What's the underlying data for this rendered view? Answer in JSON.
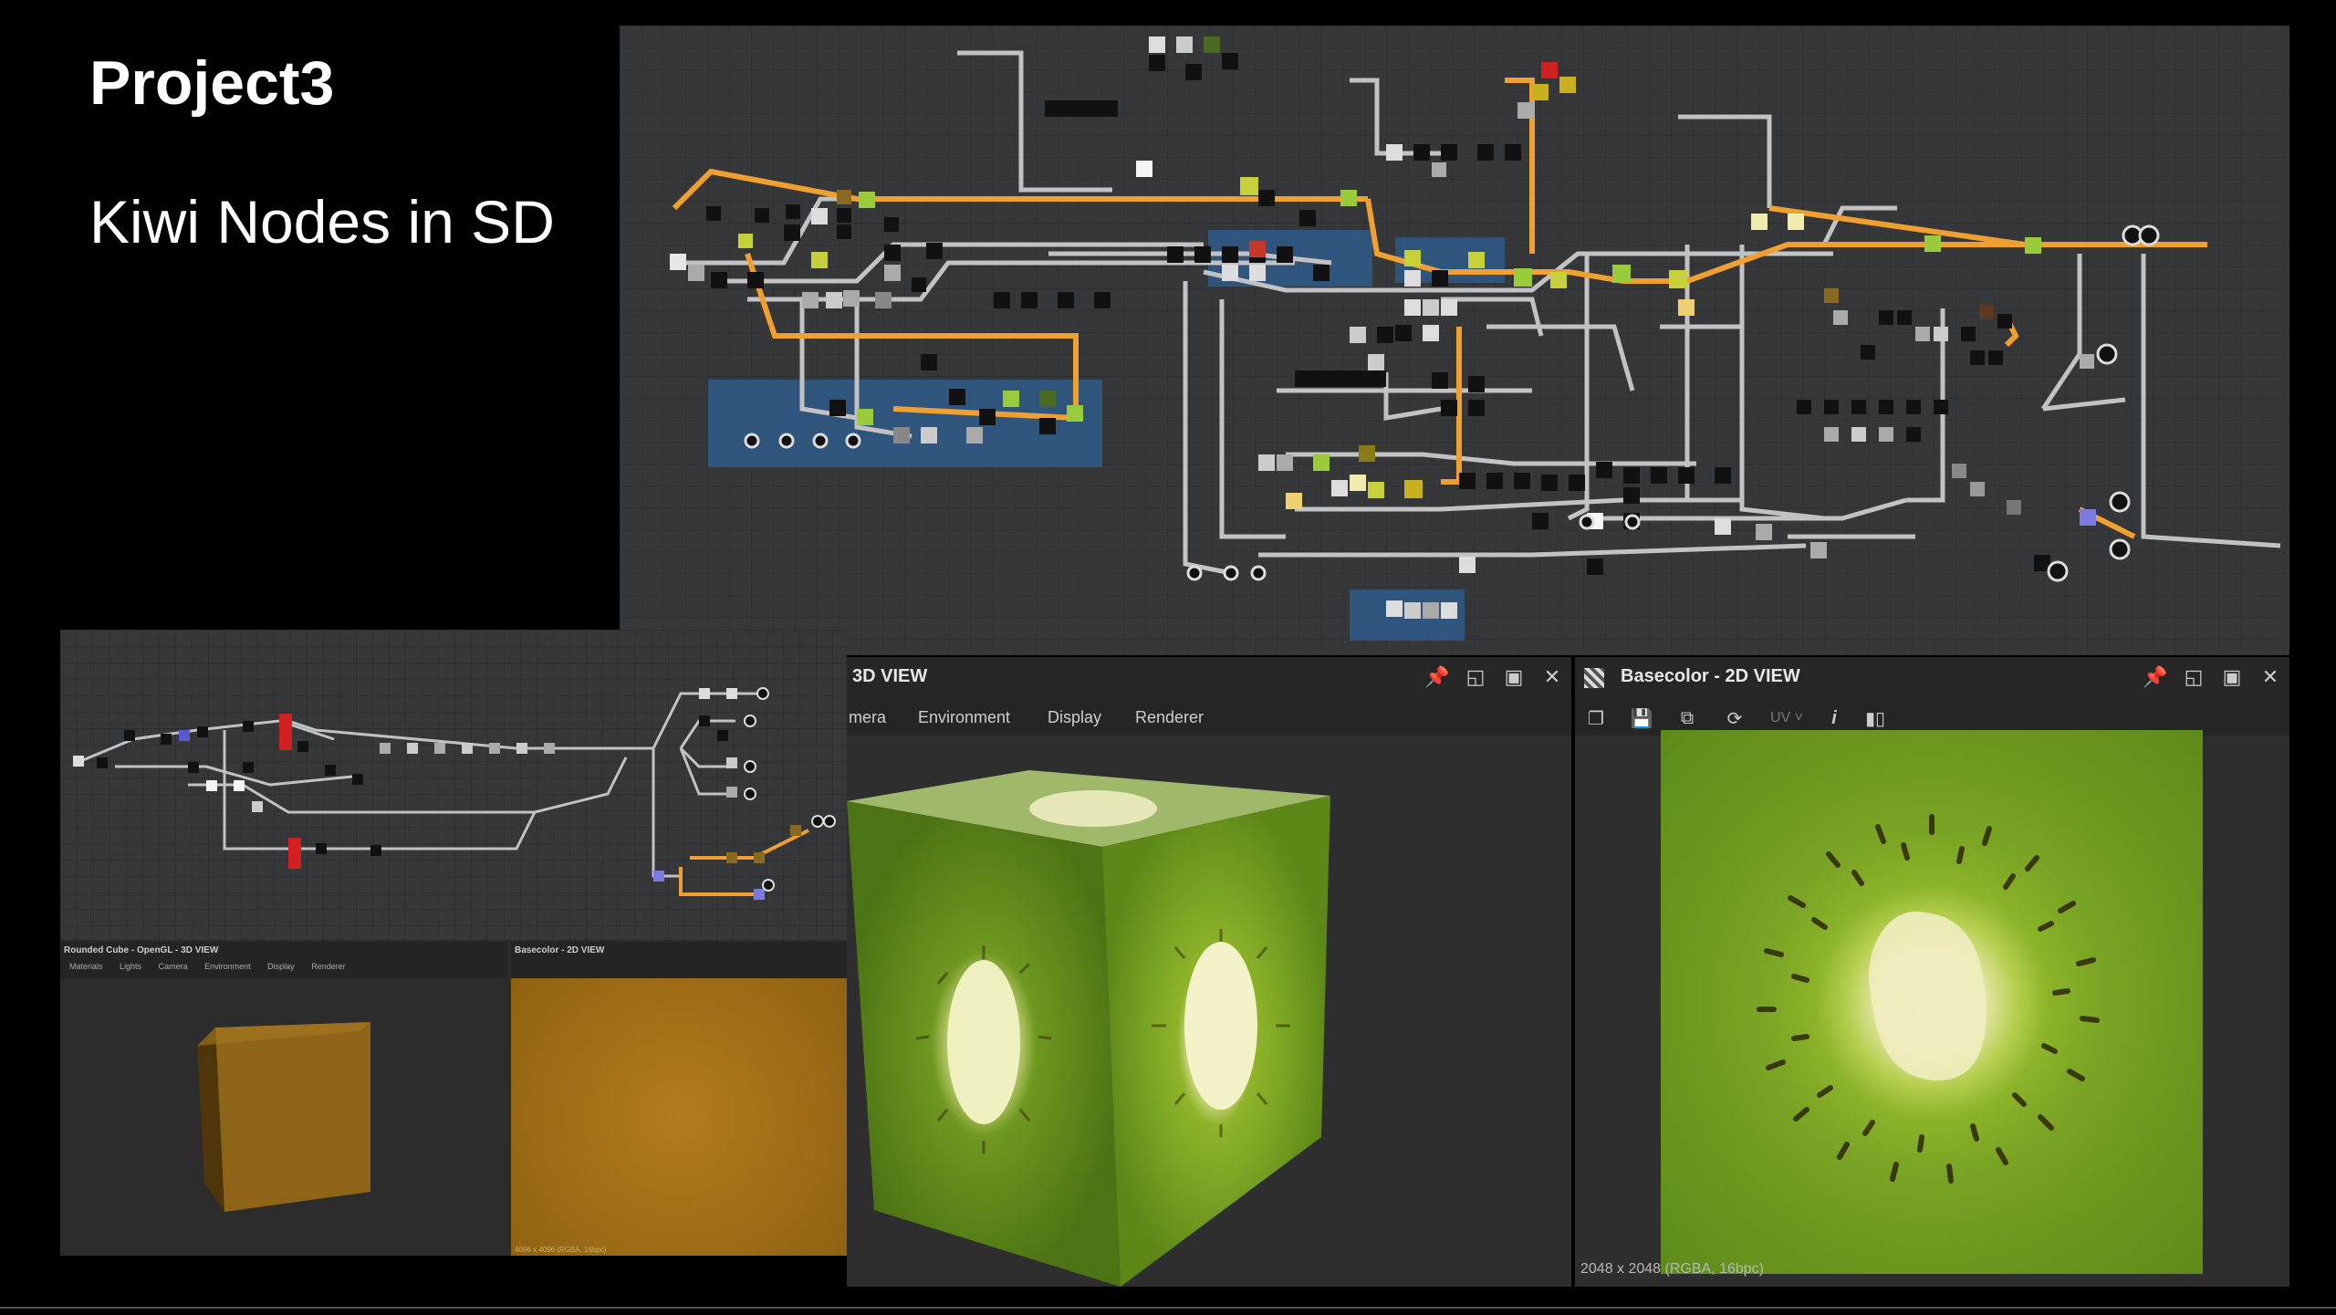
{
  "slide": {
    "title": "Project3",
    "subtitle": "Kiwi Nodes in SD"
  },
  "colors": {
    "graph_bg": "#363738",
    "wire_gray": "#bfbfbf",
    "wire_orange": "#f0a030",
    "frame_blue": "#2f5a8a",
    "kiwi_green": "#7ca624",
    "kiwi_core": "#f1f0c2",
    "wood_orange": "#a5721a"
  },
  "inset": {
    "panel3d": {
      "title": "Rounded Cube - OpenGL - 3D VIEW",
      "menu": [
        "Materials",
        "Lights",
        "Camera",
        "Environment",
        "Display",
        "Renderer"
      ]
    },
    "panel2d": {
      "title": "Basecolor - 2D VIEW",
      "resolution": "4096 x 4096 (RGBA, 16bpc)"
    }
  },
  "view3d": {
    "title": "3D VIEW",
    "menu": [
      "mera",
      "Environment",
      "Display",
      "Renderer"
    ],
    "controls": [
      "pin-icon",
      "float-icon",
      "maximize-icon",
      "close-icon"
    ]
  },
  "view2d": {
    "title": "Basecolor - 2D VIEW",
    "toolbar_uv": "UV",
    "toolbar": [
      "copy-icon",
      "save-icon",
      "layers-icon",
      "refresh-icon",
      "uv-dropdown",
      "info-icon",
      "histogram-icon"
    ],
    "resolution": "2048 x 2048 (RGBA, 16bpc)",
    "controls": [
      "pin-icon",
      "float-icon",
      "maximize-icon",
      "close-icon"
    ]
  }
}
